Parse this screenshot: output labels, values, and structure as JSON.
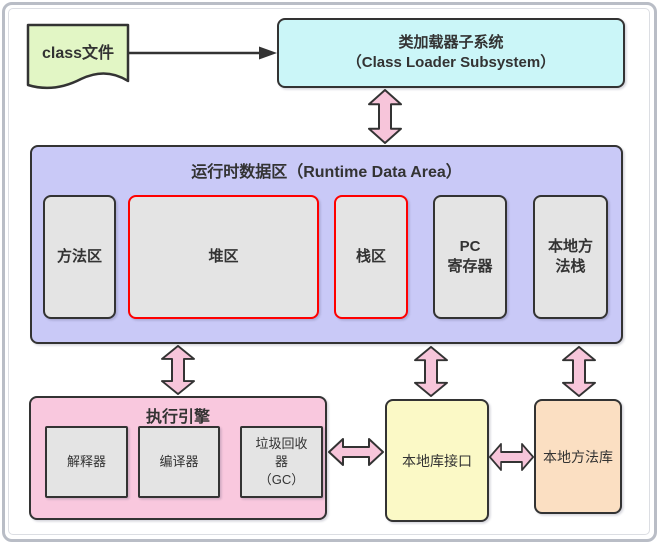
{
  "colors": {
    "green": "#e2f6c5",
    "cyan": "#cbf6f8",
    "lavender": "#c9c9f7",
    "gray_fill": "#e4e4e4",
    "pink_box": "#f9c8de",
    "yellow": "#fbf9c6",
    "peach": "#fbdfc2",
    "arrow_pink": "#f7c5da",
    "red_border": "#fe0000",
    "dark_border": "#333333",
    "text": "#333333"
  },
  "nodes": {
    "class_file": {
      "label": "class文件"
    },
    "class_loader": {
      "line1": "类加载器子系统",
      "line2": "（Class Loader Subsystem）"
    },
    "runtime": {
      "title": "运行时数据区（Runtime Data Area）",
      "method_area": "方法区",
      "heap": "堆区",
      "stack": "栈区",
      "pc_register": {
        "line1": "PC",
        "line2": "寄存器"
      },
      "native_method_stack": {
        "line1": "本地方",
        "line2": "法栈"
      }
    },
    "execution_engine": {
      "title": "执行引擎",
      "interpreter": "解释器",
      "compiler": "编译器",
      "gc": {
        "line1": "垃圾回收",
        "line2": "器",
        "line3": "（GC）"
      }
    },
    "native_interface": {
      "label": "本地库接口"
    },
    "native_library": {
      "label": "本地方法库"
    }
  }
}
